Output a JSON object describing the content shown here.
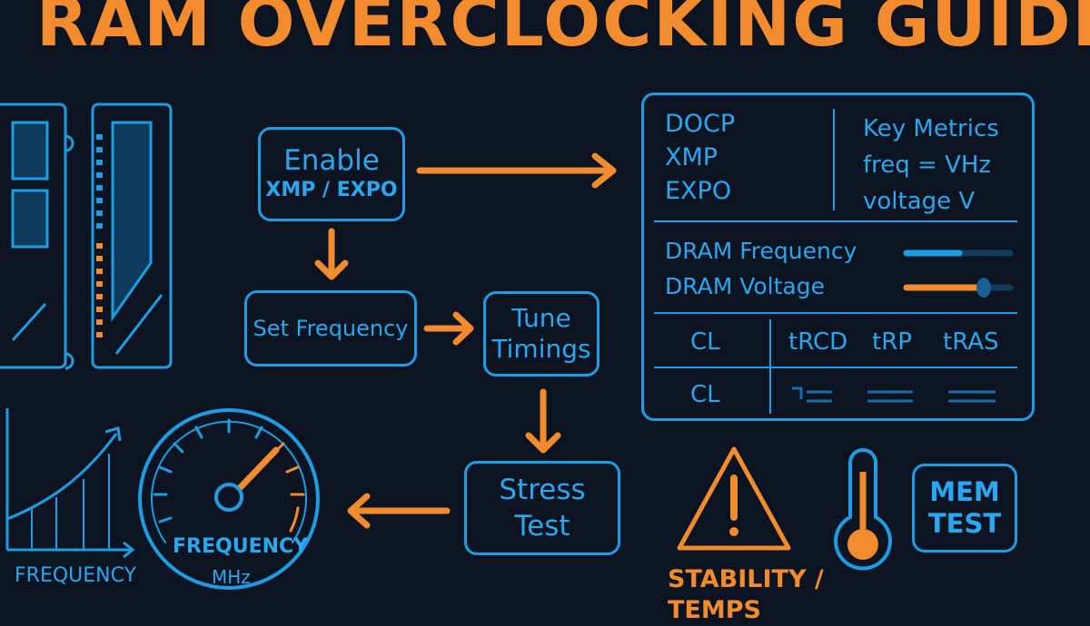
{
  "title": "RAM OVERCLOCKING GUIDE",
  "steps": {
    "enable_line1": "Enable",
    "enable_line2": "XMP / EXPO",
    "set_frequency": "Set Frequency",
    "tune_line1": "Tune",
    "tune_line2": "Timings",
    "stress_line1": "Stress",
    "stress_line2": "Test"
  },
  "panel": {
    "profiles": [
      "DOCP",
      "XMP",
      "EXPO"
    ],
    "metrics_title": "Key Metrics",
    "metrics_freq": "freq = VHz",
    "metrics_voltage": "voltage V",
    "dram_frequency": "DRAM Frequency",
    "dram_voltage": "DRAM Voltage",
    "timing_headers": [
      "CL",
      "tRCD",
      "tRP",
      "tRAS"
    ],
    "timing_row_label": "CL"
  },
  "graph_label": "FREQUENCY",
  "gauge": {
    "label": "FREQUENCY",
    "unit": "MHz"
  },
  "stability_line1": "STABILITY /",
  "stability_line2": "TEMPS",
  "memtest_line1": "MEM",
  "memtest_line2": "TEST",
  "colors": {
    "background": "#0b1420",
    "blue": "#1d9ee4",
    "orange": "#f28a2e"
  },
  "icons": [
    "ram-module-icon",
    "ram-module-icon",
    "growth-chart-icon",
    "speedometer-icon",
    "warning-icon",
    "thermometer-icon"
  ]
}
